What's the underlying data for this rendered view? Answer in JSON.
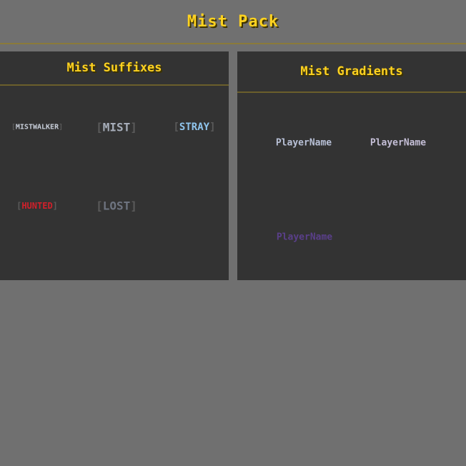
{
  "header": {
    "title": "Mist Pack"
  },
  "suffixes": {
    "title": "Mist Suffixes",
    "items": [
      {
        "open": "[",
        "text": "MISTWALKER",
        "close": "]",
        "color": "#c7cdd8"
      },
      {
        "open": "[",
        "text": "MIST",
        "close": "]",
        "color": "#a7aeba"
      },
      {
        "open": "[",
        "text": "STRAY",
        "close": "]",
        "color": "#8fc4ec"
      },
      {
        "open": "[",
        "text": "HUNTED",
        "close": "]",
        "color": "#d0202a"
      },
      {
        "open": "[",
        "text": "LOST",
        "close": "]",
        "color": "#6e7480"
      }
    ]
  },
  "gradients": {
    "title": "Mist Gradients",
    "items": [
      {
        "text": "PlayerName",
        "color": "#b8c0d6"
      },
      {
        "text": "PlayerName",
        "color": "#c4bed6"
      },
      {
        "text": "PlayerName",
        "color": "#5a3f8a"
      }
    ]
  }
}
